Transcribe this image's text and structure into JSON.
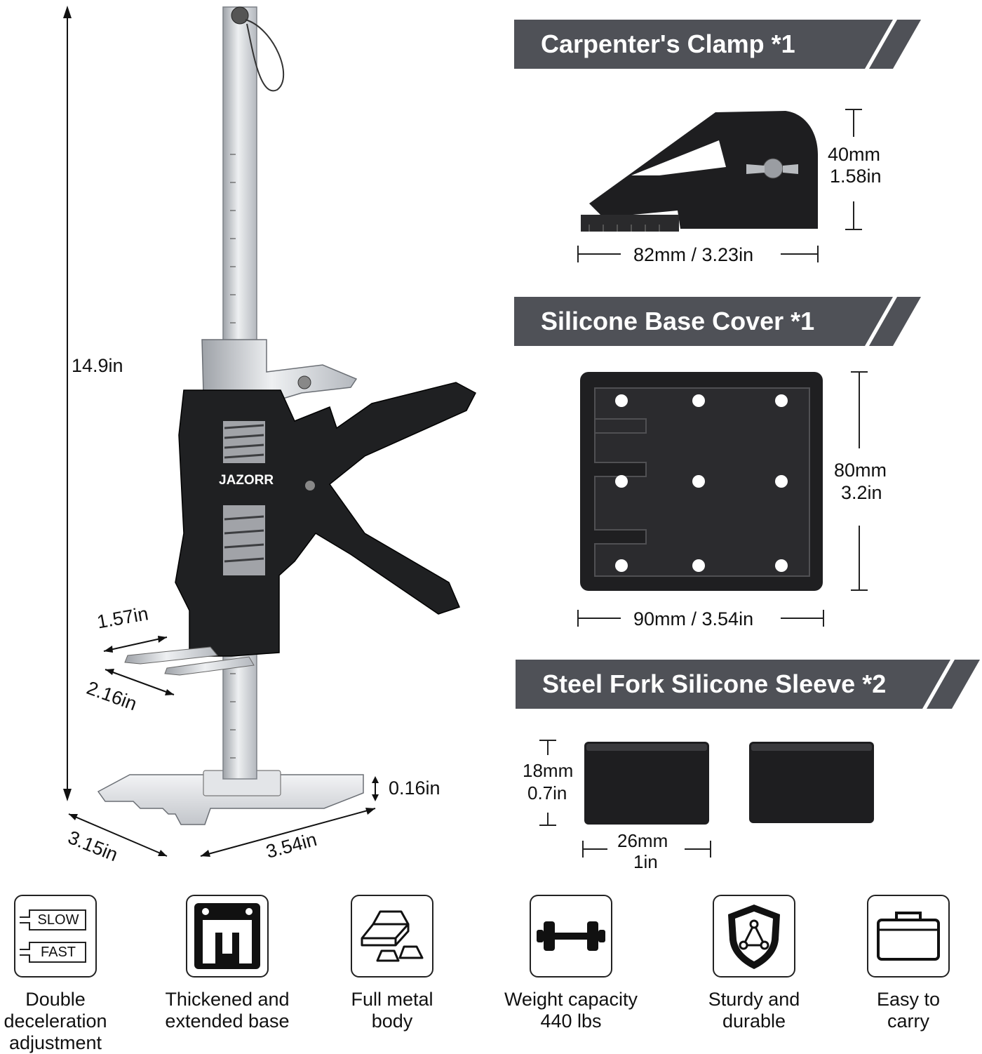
{
  "product": {
    "brand": "JAZORR",
    "dimensions": {
      "height": "14.9in",
      "fork_width": "1.57in",
      "fork_length": "2.16in",
      "base_thickness": "0.16in",
      "base_depth": "3.15in",
      "base_width": "3.54in"
    }
  },
  "accessories": [
    {
      "title": "Carpenter's Clamp *1",
      "width_label": "82mm / 3.23in",
      "height_mm": "40mm",
      "height_in": "1.58in"
    },
    {
      "title": "Silicone Base Cover *1",
      "width_label": "90mm / 3.54in",
      "height_mm": "80mm",
      "height_in": "3.2in"
    },
    {
      "title": "Steel Fork Silicone Sleeve *2",
      "width_mm": "26mm",
      "width_in": "1in",
      "height_mm": "18mm",
      "height_in": "0.7in"
    }
  ],
  "features": [
    {
      "icon": "slow-fast-icon",
      "slow": "SLOW",
      "fast": "FAST",
      "caption_lines": [
        "Double",
        "deceleration",
        "adjustment"
      ]
    },
    {
      "icon": "base-icon",
      "caption_lines": [
        "Thickened and",
        "extended base"
      ]
    },
    {
      "icon": "metal-bars-icon",
      "caption_lines": [
        "Full metal",
        "body"
      ]
    },
    {
      "icon": "dumbbell-icon",
      "caption_lines": [
        "Weight capacity",
        "440 lbs"
      ]
    },
    {
      "icon": "shield-icon",
      "caption_lines": [
        "Sturdy and",
        "durable"
      ]
    },
    {
      "icon": "toolbox-icon",
      "caption_lines": [
        "Easy to",
        "carry"
      ]
    }
  ],
  "colors": {
    "banner": "#4f5157",
    "tool_black": "#1e1e20",
    "steel": "#c9ccd1"
  }
}
